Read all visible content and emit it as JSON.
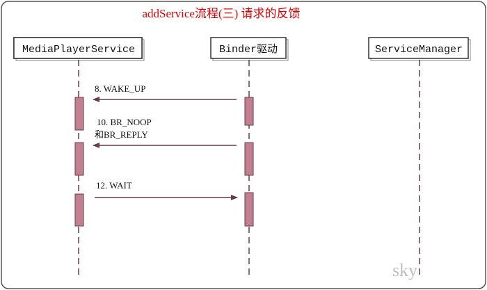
{
  "diagram": {
    "title": "addService流程(三) 请求的反馈",
    "watermark": "sky",
    "colors": {
      "title": "#e00000",
      "border": "#555555",
      "activation_fill": "#c08090",
      "activation_stroke": "#6b3a48",
      "arrow": "#6b3a48",
      "lifeline": "#6b3a48",
      "watermark": "#c0c0c0",
      "text": "#111111"
    },
    "participants": [
      {
        "id": "mps",
        "label": "MediaPlayerService"
      },
      {
        "id": "binder",
        "label": "Binder驱动"
      },
      {
        "id": "sm",
        "label": "ServiceManager"
      }
    ],
    "messages": [
      {
        "line1": "8.  WAKE_UP",
        "line2": "",
        "from": "binder",
        "to": "mps"
      },
      {
        "line1": "10.  BR_NOOP",
        "line2": "和BR_REPLY",
        "from": "binder",
        "to": "mps"
      },
      {
        "line1": "12.  WAIT",
        "line2": "",
        "from": "mps",
        "to": "binder"
      }
    ]
  }
}
